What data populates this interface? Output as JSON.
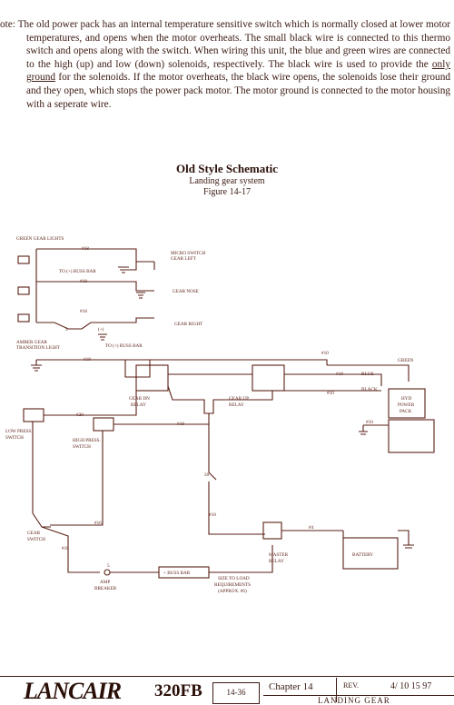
{
  "note": {
    "label": "ote:",
    "text_a": "The old power pack has an internal temperature sensitive switch which is normally closed at lower motor temperatures, and opens when the motor overheats. The small black wire is connected to this thermo switch and opens along with the switch. When wiring this unit, the blue and green wires are connected to the high (up) and low (down) solenoids, respectively. The black wire is used to provide the ",
    "underlined": "only ground",
    "text_b": " for the solenoids. If the motor overheats, the black wire opens, the solenoids lose their ground and they open, which stops the power pack motor. The motor ground is connected to the motor housing with a seperate wire."
  },
  "figure": {
    "title": "Old Style Schematic",
    "subtitle": "Landing gear system",
    "figure_label": "Figure 14-17"
  },
  "schematic": {
    "green_gear_lights": "GREEN GEAR LIGHTS",
    "micro_switch": "MICRO SWITCH",
    "gear_left": "GEAR LEFT",
    "gear_nose": "GEAR NOSE",
    "gear_right": "GEAR RIGHT",
    "to_buss_bar_1": "TO (+) BUSS BAR",
    "to_buss_bar_2": "TO (+) BUSS BAR",
    "amber_gear": "AMBER GEAR",
    "transition_light": "TRANSITION LIGHT",
    "green": "GREEN",
    "blue": "BLUE",
    "black": "BLACK",
    "gear_dn": "GEAR DN",
    "gear_up": "GEAR UP",
    "relay": "RELAY",
    "hyd": "HYD",
    "power": "POWER",
    "pack": "PACK",
    "low_press": "LOW PRESS.",
    "high_press": "HIGH PRESS.",
    "switch": "SWITCH",
    "gear": "GEAR",
    "master": "MASTER",
    "battery": "BATTERY",
    "buss_bar": "+ BUSS BAR",
    "amp": "AMP",
    "breaker": "BREAKER",
    "size_to_load": "SIZE TO LOAD",
    "requirements": "REQUIREMENTS",
    "approx": "(APPROX. #6)",
    "w18": "#18",
    "w16": "#16",
    "w20": "#20",
    "w10": "#10",
    "w4": "#4",
    "n5": "5",
    "n20": "20",
    "plus": "(+)"
  },
  "footer": {
    "brand": "LANCAIR",
    "model": "320FB",
    "page": "14-36",
    "chapter": "Chapter 14",
    "rev": "REV.",
    "date": "4/ 10 15 97",
    "section": "LANDING GEAR"
  }
}
